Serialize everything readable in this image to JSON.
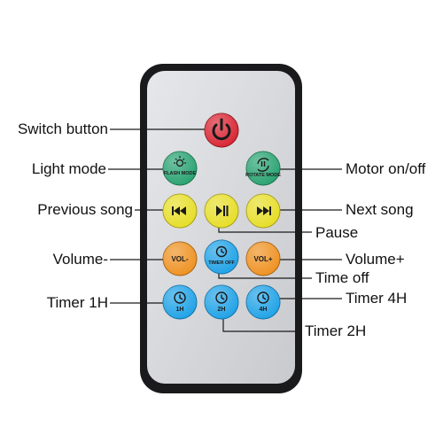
{
  "remote": {
    "body_color": "#dcdde0",
    "frame_color": "#1a1a1c",
    "buttons": {
      "power": {
        "color": "#d8202e",
        "icon": "power-icon",
        "text": ""
      },
      "flash": {
        "color": "#23a06e",
        "icon": "sun-icon",
        "text": "FLASH MODE"
      },
      "rotate": {
        "color": "#23a06e",
        "icon": "rotate-icon",
        "text": "ROTATE MODE"
      },
      "prev": {
        "color": "#e6dd22",
        "icon": "previous-track-icon",
        "text": ""
      },
      "play": {
        "color": "#e6dd22",
        "icon": "play-pause-icon",
        "text": ""
      },
      "next": {
        "color": "#e6dd22",
        "icon": "next-track-icon",
        "text": ""
      },
      "vol_down": {
        "color": "#ee8f1c",
        "icon": "",
        "text": "VOL-"
      },
      "timer_off": {
        "color": "#1aa0e6",
        "icon": "clock-icon",
        "text": "TIMER OFF"
      },
      "vol_up": {
        "color": "#ee8f1c",
        "icon": "",
        "text": "VOL+"
      },
      "t1": {
        "color": "#1aa0e6",
        "icon": "clock-icon",
        "text": "1H"
      },
      "t2": {
        "color": "#1aa0e6",
        "icon": "clock-icon",
        "text": "2H"
      },
      "t4": {
        "color": "#1aa0e6",
        "icon": "clock-icon",
        "text": "4H"
      }
    }
  },
  "labels": {
    "switch_button": "Switch button",
    "light_mode": "Light mode",
    "motor": "Motor on/off",
    "previous_song": "Previous song",
    "next_song": "Next song",
    "pause": "Pause",
    "volume_down": "Volume-",
    "volume_up": "Volume+",
    "time_off": "Time off",
    "timer_1h": "Timer 1H",
    "timer_4h": "Timer 4H",
    "timer_2h": "Timer 2H"
  },
  "line_color": "#1a1a1a"
}
